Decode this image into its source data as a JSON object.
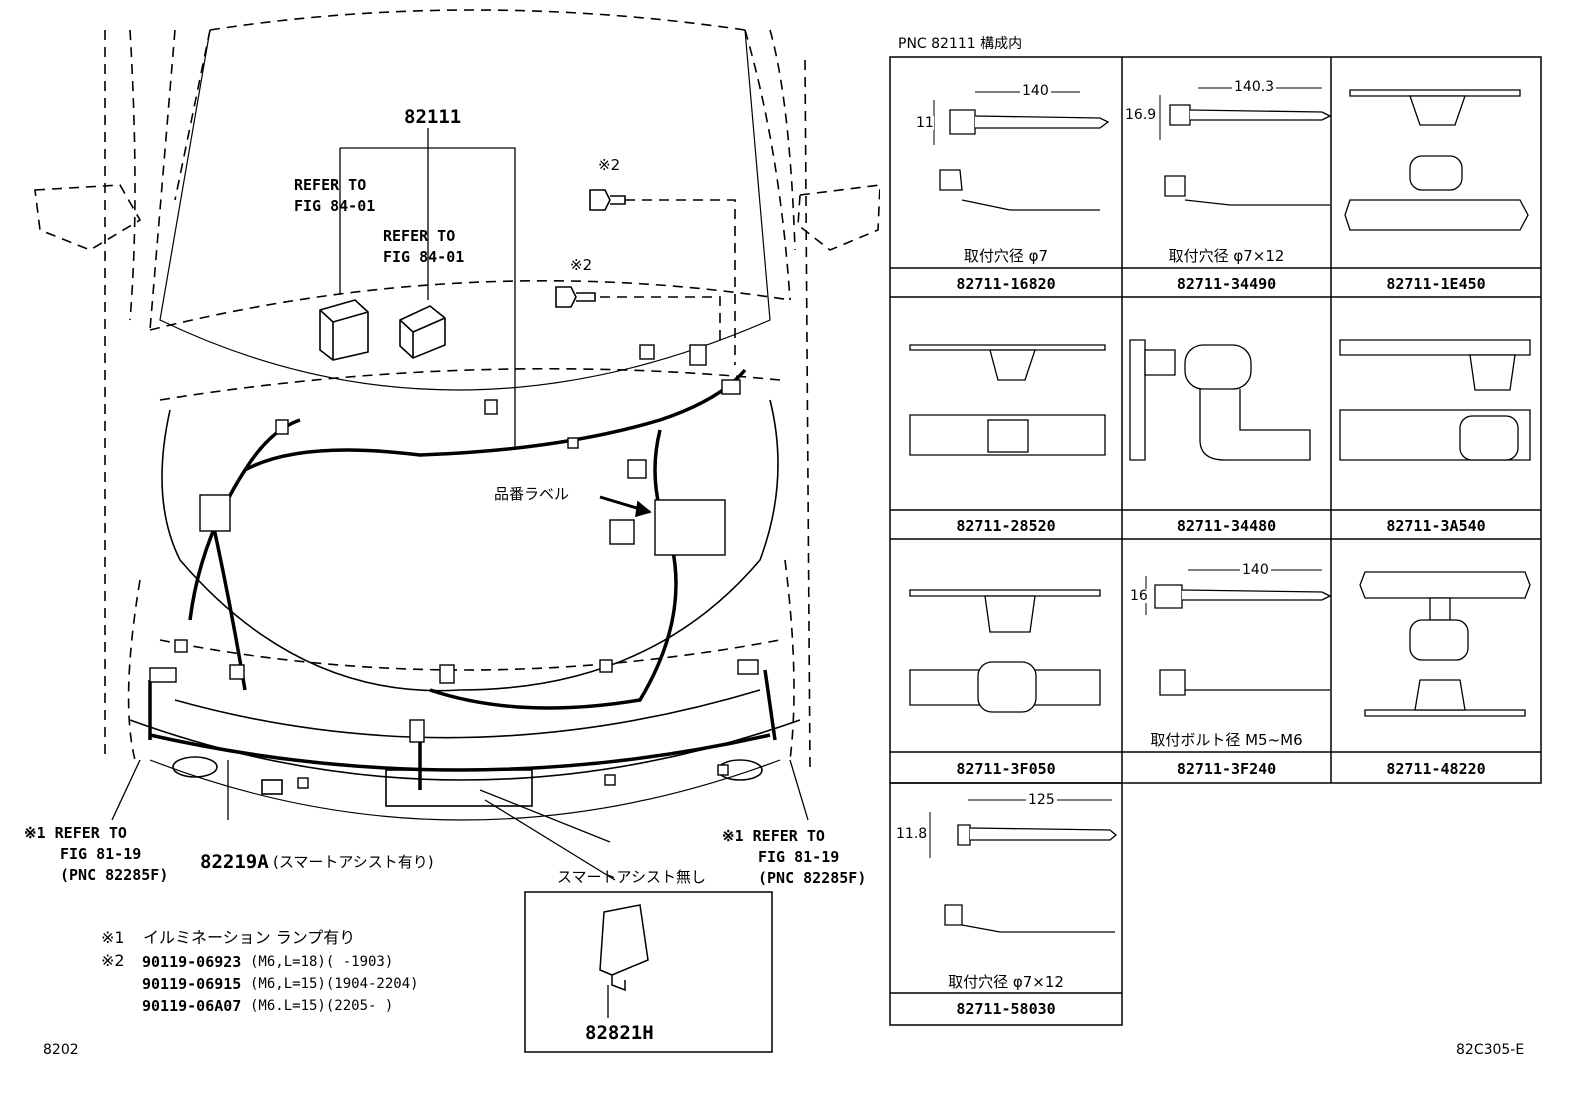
{
  "main": {
    "harness_part": "82111",
    "refer_a": [
      "REFER TO",
      "FIG 84-01"
    ],
    "refer_b": [
      "REFER TO",
      "FIG 84-01"
    ],
    "bolt_mark": "※2",
    "label_tag": "品番ラベル",
    "refer_left": [
      "※1 REFER TO",
      "FIG 81-19",
      "(PNC 82285F)"
    ],
    "refer_right": [
      "※1 REFER TO",
      "FIG 81-19",
      "(PNC 82285F)"
    ],
    "harness_front": "82219A",
    "harness_front_note": "(スマートアシスト有り)",
    "box_title": "スマートアシスト無し",
    "box_part": "82821H",
    "notes": {
      "n1_mark": "※1",
      "n1_text": "イルミネーション ランプ有り",
      "n2_mark": "※2",
      "rows": [
        {
          "part": "90119-06923",
          "spec": "(M6,L=18)(    -1903)"
        },
        {
          "part": "90119-06915",
          "spec": "(M6,L=15)(1904-2204)"
        },
        {
          "part": "90119-06A07",
          "spec": "(M6.L=15)(2205-    )"
        }
      ]
    },
    "page_code": "8202",
    "fig_code": "82C305-E"
  },
  "table": {
    "title": "PNC 82111 構成内",
    "cells": [
      {
        "part": "82711-16820",
        "note": "取付穴径 φ7",
        "dims": [
          "140",
          "11"
        ]
      },
      {
        "part": "82711-34490",
        "note": "取付穴径 φ7×12",
        "dims": [
          "140.3",
          "16.9"
        ]
      },
      {
        "part": "82711-1E450",
        "note": "",
        "dims": []
      },
      {
        "part": "82711-28520",
        "note": "",
        "dims": []
      },
      {
        "part": "82711-34480",
        "note": "",
        "dims": []
      },
      {
        "part": "82711-3A540",
        "note": "",
        "dims": []
      },
      {
        "part": "82711-3F050",
        "note": "",
        "dims": []
      },
      {
        "part": "82711-3F240",
        "note": "取付ボルト径 M5~M6",
        "dims": [
          "140",
          "16"
        ]
      },
      {
        "part": "82711-48220",
        "note": "",
        "dims": []
      },
      {
        "part": "82711-58030",
        "note": "取付穴径 φ7×12",
        "dims": [
          "125",
          "11.8"
        ]
      }
    ]
  }
}
